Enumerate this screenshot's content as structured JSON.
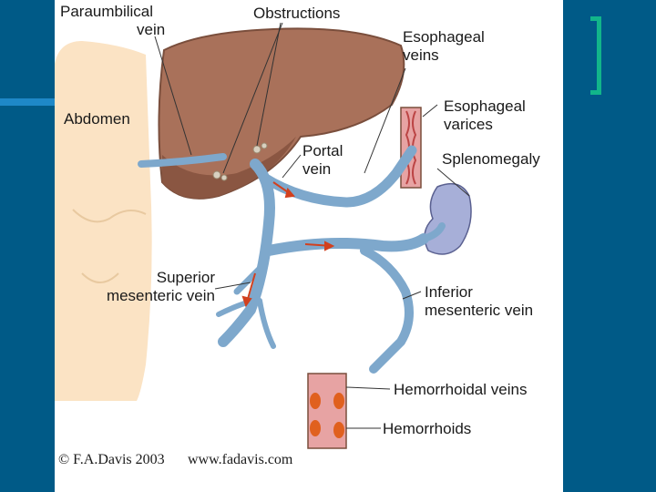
{
  "slide": {
    "background_color": "#005A87",
    "accent_bar_color": "#1E88C8",
    "bracket_color": "#12B58A"
  },
  "figure": {
    "labels": {
      "paraumbilical_vein": [
        "Paraumbilical",
        "vein"
      ],
      "obstructions": "Obstructions",
      "esophageal_veins": [
        "Esophageal",
        "veins"
      ],
      "abdomen": "Abdomen",
      "esophageal_varices": [
        "Esophageal",
        "varices"
      ],
      "portal_vein": [
        "Portal",
        "vein"
      ],
      "splenomegaly": "Splenomegaly",
      "superior_mesenteric_vein": [
        "Superior",
        "mesenteric vein"
      ],
      "inferior_mesenteric_vein": [
        "Inferior",
        "mesenteric vein"
      ],
      "hemorrhoidal_veins": "Hemorrhoidal veins",
      "hemorrhoids": "Hemorrhoids"
    },
    "copyright": "© F.A.Davis 2003",
    "website": "www.fadavis.com",
    "colors": {
      "liver": "#A9715A",
      "vein": "#7EA8CC",
      "spleen": "#A7AFD8",
      "flow_arrow": "#D2401E",
      "skin": "#FBE3C4"
    }
  }
}
